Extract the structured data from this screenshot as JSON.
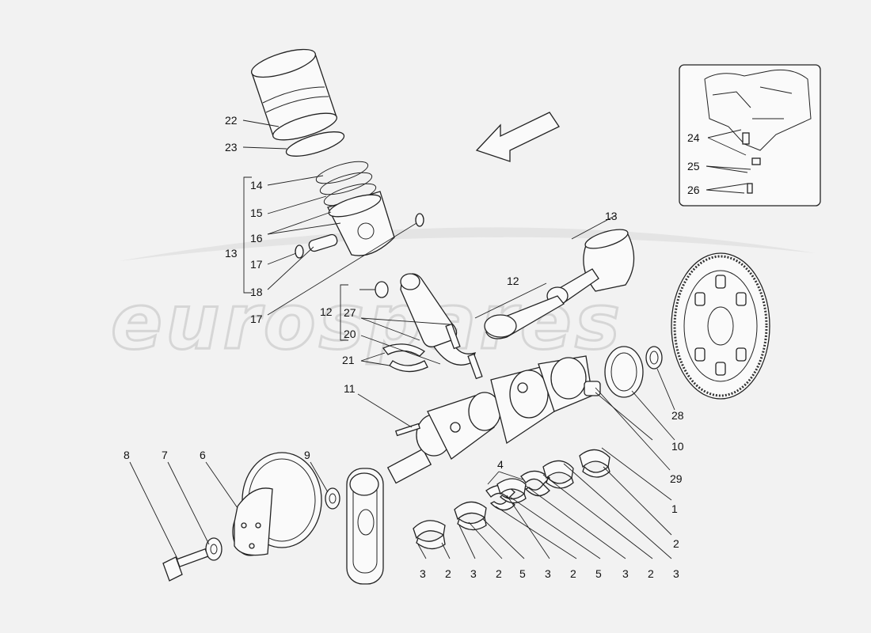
{
  "watermark": "eurospares",
  "callouts": {
    "c1": "1",
    "c2a": "2",
    "c2b": "2",
    "c2c": "2",
    "c2d": "2",
    "c2e": "2",
    "c3a": "3",
    "c3b": "3",
    "c3c": "3",
    "c3d": "3",
    "c3e": "3",
    "c4": "4",
    "c5a": "5",
    "c5b": "5",
    "c6": "6",
    "c7": "7",
    "c8": "8",
    "c9": "9",
    "c10": "10",
    "c11": "11",
    "c12a": "12",
    "c12b": "12",
    "c13a": "13",
    "c13b": "13",
    "c14": "14",
    "c15": "15",
    "c16": "16",
    "c17a": "17",
    "c17b": "17",
    "c18": "18",
    "c20": "20",
    "c21": "21",
    "c22": "22",
    "c23": "23",
    "c24": "24",
    "c25": "25",
    "c26": "26",
    "c27": "27",
    "c28": "28",
    "c29": "29"
  }
}
